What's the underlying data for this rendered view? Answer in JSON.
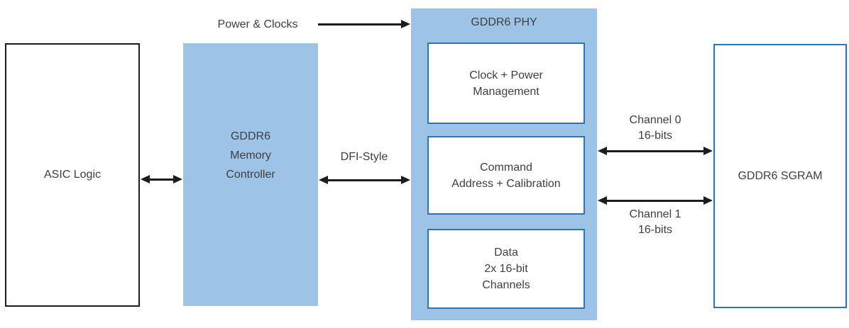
{
  "diagram": {
    "description": "GDDR6 PHY subsystem block diagram",
    "blocks": {
      "asic": {
        "label": "ASIC Logic"
      },
      "memory_controller": {
        "lines": [
          "GDDR6",
          "Memory",
          "Controller"
        ]
      },
      "phy": {
        "title": "GDDR6 PHY",
        "sub_blocks": [
          {
            "lines": [
              "Clock + Power",
              "Management"
            ]
          },
          {
            "lines": [
              "Command",
              "Address + Calibration"
            ]
          },
          {
            "lines": [
              "Data",
              "2x 16-bit",
              "Channels"
            ]
          }
        ]
      },
      "sgram": {
        "label": "GDDR6 SGRAM"
      }
    },
    "connections": {
      "power_clocks": {
        "label": "Power & Clocks",
        "direction": "right",
        "from": "ASIC side",
        "to": "GDDR6 PHY"
      },
      "asic_mc": {
        "label": "",
        "direction": "both",
        "from": "ASIC Logic",
        "to": "GDDR6 Memory Controller"
      },
      "dfi": {
        "label": "DFI-Style",
        "direction": "both",
        "from": "GDDR6 Memory Controller",
        "to": "GDDR6 PHY"
      },
      "channel0": {
        "lines": [
          "Channel 0",
          "16-bits"
        ],
        "direction": "both",
        "from": "GDDR6 PHY",
        "to": "GDDR6 SGRAM"
      },
      "channel1": {
        "lines": [
          "Channel 1",
          "16-bits"
        ],
        "direction": "both",
        "from": "GDDR6 PHY",
        "to": "GDDR6 SGRAM"
      }
    },
    "colors": {
      "background": "#ffffff",
      "block_fill_blue": "#9dc3e6",
      "block_border_blue": "#2e75b6",
      "asic_border": "#1c1c1c",
      "arrow": "#1c1c1c",
      "text": "#3f3f3f"
    }
  }
}
